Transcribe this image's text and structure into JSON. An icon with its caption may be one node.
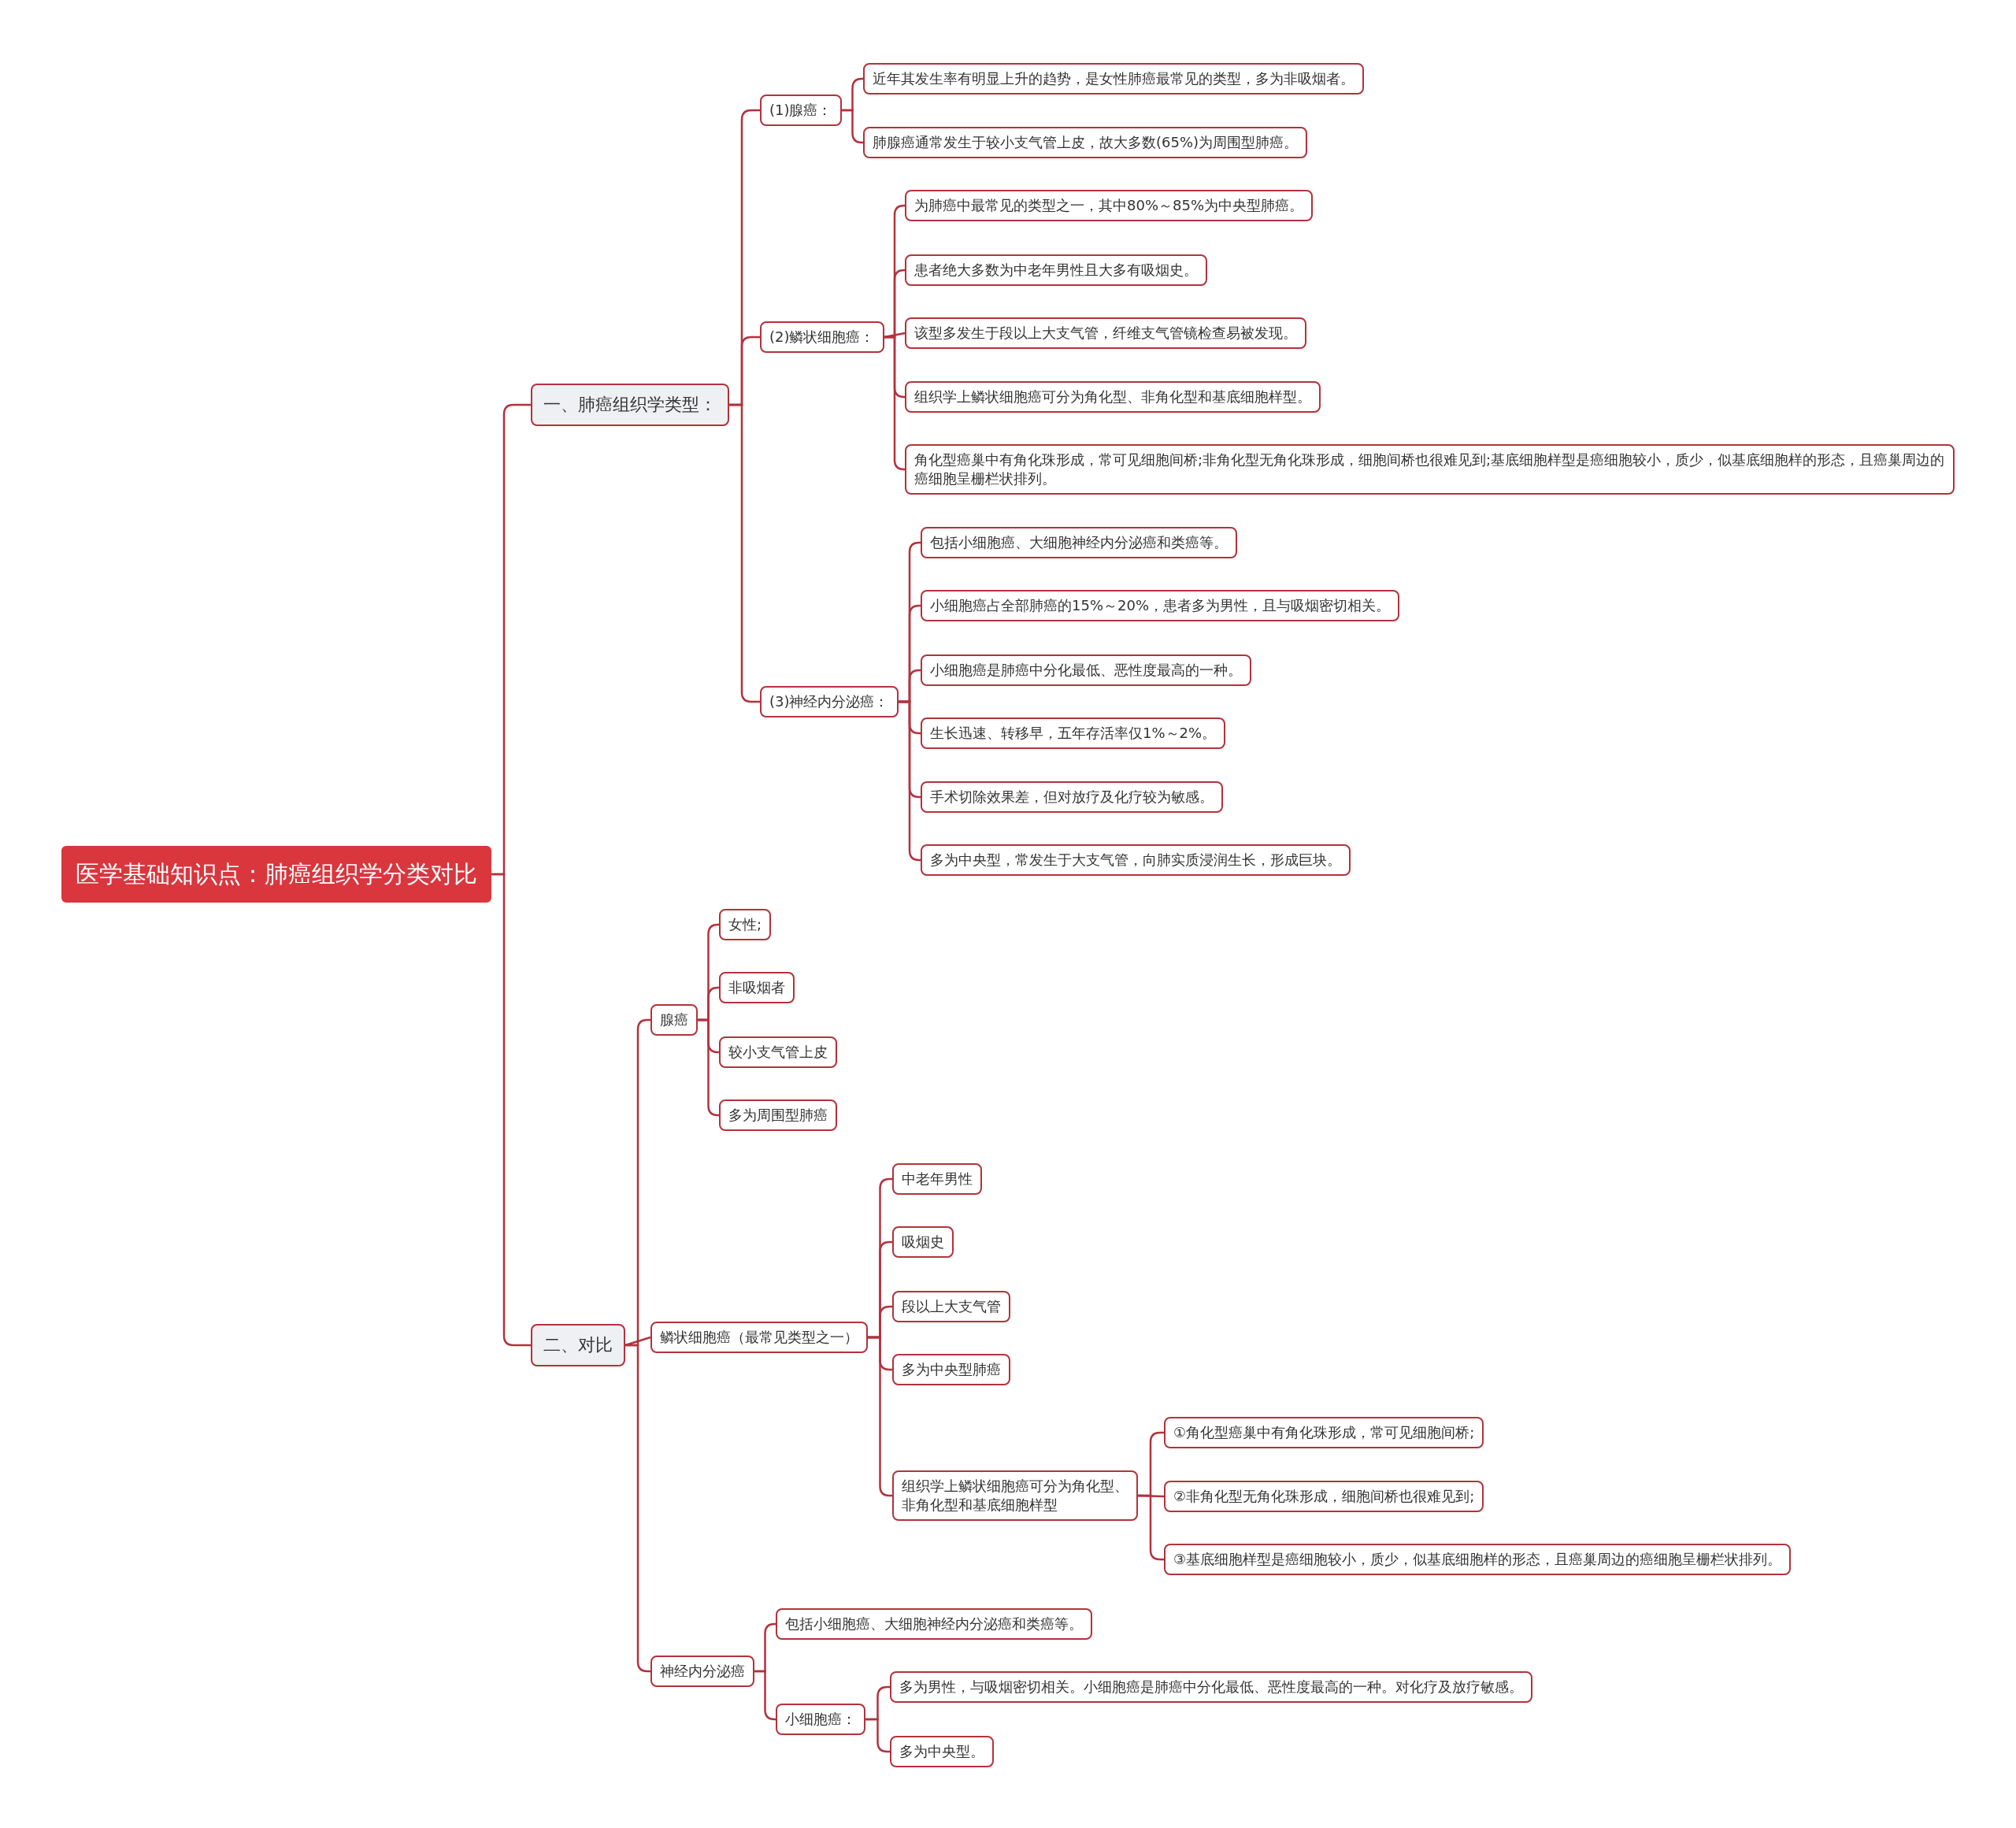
{
  "diagram": {
    "nodes": [
      {
        "text": [
          "医学基础知识点：肺癌组织学分类对比"
        ]
      },
      {
        "text": [
          "一、肺癌组织学类型："
        ]
      },
      {
        "text": [
          "(1)腺癌："
        ]
      },
      {
        "text": [
          "近年其发生率有明显上升的趋势，是女性肺癌最常见的类型，多为非吸烟者。"
        ]
      },
      {
        "text": [
          "肺腺癌通常发生于较小支气管上皮，故大多数(65%)为周围型肺癌。"
        ]
      },
      {
        "text": [
          "(2)鳞状细胞癌："
        ]
      },
      {
        "text": [
          "为肺癌中最常见的类型之一，其中80%～85%为中央型肺癌。"
        ]
      },
      {
        "text": [
          "患者绝大多数为中老年男性且大多有吸烟史。"
        ]
      },
      {
        "text": [
          "该型多发生于段以上大支气管，纤维支气管镜检查易被发现。"
        ]
      },
      {
        "text": [
          "组织学上鳞状细胞癌可分为角化型、非角化型和基底细胞样型。"
        ]
      },
      {
        "text": [
          "角化型癌巢中有角化珠形成，常可见细胞间桥;非角化型无角化珠形成，细胞间桥也很难见到;基底细胞样型是癌细胞较小，质少，似基底细胞样的形态，且癌巢周边的癌细胞呈栅栏状排列。"
        ]
      },
      {
        "text": [
          "(3)神经内分泌癌："
        ]
      },
      {
        "text": [
          "包括小细胞癌、大细胞神经内分泌癌和类癌等。"
        ]
      },
      {
        "text": [
          "小细胞癌占全部肺癌的15%～20%，患者多为男性，且与吸烟密切相关。"
        ]
      },
      {
        "text": [
          "小细胞癌是肺癌中分化最低、恶性度最高的一种。"
        ]
      },
      {
        "text": [
          "生长迅速、转移早，五年存活率仅1%～2%。"
        ]
      },
      {
        "text": [
          "手术切除效果差，但对放疗及化疗较为敏感。"
        ]
      },
      {
        "text": [
          "多为中央型，常发生于大支气管，向肺实质浸润生长，形成巨块。"
        ]
      },
      {
        "text": [
          "二、对比"
        ]
      },
      {
        "text": [
          "腺癌"
        ]
      },
      {
        "text": [
          "女性;"
        ]
      },
      {
        "text": [
          "非吸烟者"
        ]
      },
      {
        "text": [
          "较小支气管上皮"
        ]
      },
      {
        "text": [
          "多为周围型肺癌"
        ]
      },
      {
        "text": [
          "鳞状细胞癌（最常见类型之一）"
        ]
      },
      {
        "text": [
          "中老年男性"
        ]
      },
      {
        "text": [
          "吸烟史"
        ]
      },
      {
        "text": [
          "段以上大支气管"
        ]
      },
      {
        "text": [
          "多为中央型肺癌"
        ]
      },
      {
        "text": [
          "组织学上鳞状细胞癌可分为角化型、非角化型和基底细胞样型"
        ]
      },
      {
        "text": [
          "①角化型癌巢中有角化珠形成，常可见细胞间桥;"
        ]
      },
      {
        "text": [
          "②非角化型无角化珠形成，细胞间桥也很难见到;"
        ]
      },
      {
        "text": [
          "③基底细胞样型是癌细胞较小，质少，似基底细胞样的形态，且癌巢周边的癌细胞呈栅栏状排列。"
        ]
      },
      {
        "text": [
          "神经内分泌癌"
        ]
      },
      {
        "text": [
          "包括小细胞癌、大细胞神经内分泌癌和类癌等。"
        ]
      },
      {
        "text": [
          "小细胞癌："
        ]
      },
      {
        "text": [
          "多为男性，与吸烟密切相关。小细胞癌是肺癌中分化最低、恶性度最高的一种。对化疗及放疗敏感。"
        ]
      },
      {
        "text": [
          "多为中央型。"
        ]
      }
    ],
    "edges": [
      {
        "from": 0,
        "to": 1,
        "arrow": "none"
      },
      {
        "from": 1,
        "to": 2,
        "arrow": "none"
      },
      {
        "from": 2,
        "to": 3,
        "arrow": "none"
      },
      {
        "from": 2,
        "to": 4,
        "arrow": "none"
      },
      {
        "from": 1,
        "to": 5,
        "arrow": "none"
      },
      {
        "from": 5,
        "to": 6,
        "arrow": "none"
      },
      {
        "from": 5,
        "to": 7,
        "arrow": "none"
      },
      {
        "from": 5,
        "to": 8,
        "arrow": "none"
      },
      {
        "from": 5,
        "to": 9,
        "arrow": "none"
      },
      {
        "from": 5,
        "to": 10,
        "arrow": "none"
      },
      {
        "from": 1,
        "to": 11,
        "arrow": "none"
      },
      {
        "from": 11,
        "to": 12,
        "arrow": "none"
      },
      {
        "from": 11,
        "to": 13,
        "arrow": "none"
      },
      {
        "from": 11,
        "to": 14,
        "arrow": "none"
      },
      {
        "from": 11,
        "to": 15,
        "arrow": "none"
      },
      {
        "from": 11,
        "to": 16,
        "arrow": "none"
      },
      {
        "from": 11,
        "to": 17,
        "arrow": "none"
      },
      {
        "from": 0,
        "to": 18,
        "arrow": "none"
      },
      {
        "from": 18,
        "to": 19,
        "arrow": "none"
      },
      {
        "from": 19,
        "to": 20,
        "arrow": "none"
      },
      {
        "from": 19,
        "to": 21,
        "arrow": "none"
      },
      {
        "from": 19,
        "to": 22,
        "arrow": "none"
      },
      {
        "from": 19,
        "to": 23,
        "arrow": "none"
      },
      {
        "from": 18,
        "to": 24,
        "arrow": "none"
      },
      {
        "from": 24,
        "to": 25,
        "arrow": "none"
      },
      {
        "from": 24,
        "to": 26,
        "arrow": "none"
      },
      {
        "from": 24,
        "to": 27,
        "arrow": "none"
      },
      {
        "from": 24,
        "to": 28,
        "arrow": "none"
      },
      {
        "from": 24,
        "to": 29,
        "arrow": "none"
      },
      {
        "from": 29,
        "to": 30,
        "arrow": "none"
      },
      {
        "from": 29,
        "to": 31,
        "arrow": "none"
      },
      {
        "from": 29,
        "to": 32,
        "arrow": "none"
      },
      {
        "from": 18,
        "to": 33,
        "arrow": "none"
      },
      {
        "from": 33,
        "to": 34,
        "arrow": "none"
      },
      {
        "from": 33,
        "to": 35,
        "arrow": "none"
      },
      {
        "from": 35,
        "to": 36,
        "arrow": "none"
      },
      {
        "from": 35,
        "to": 37,
        "arrow": "none"
      }
    ]
  }
}
